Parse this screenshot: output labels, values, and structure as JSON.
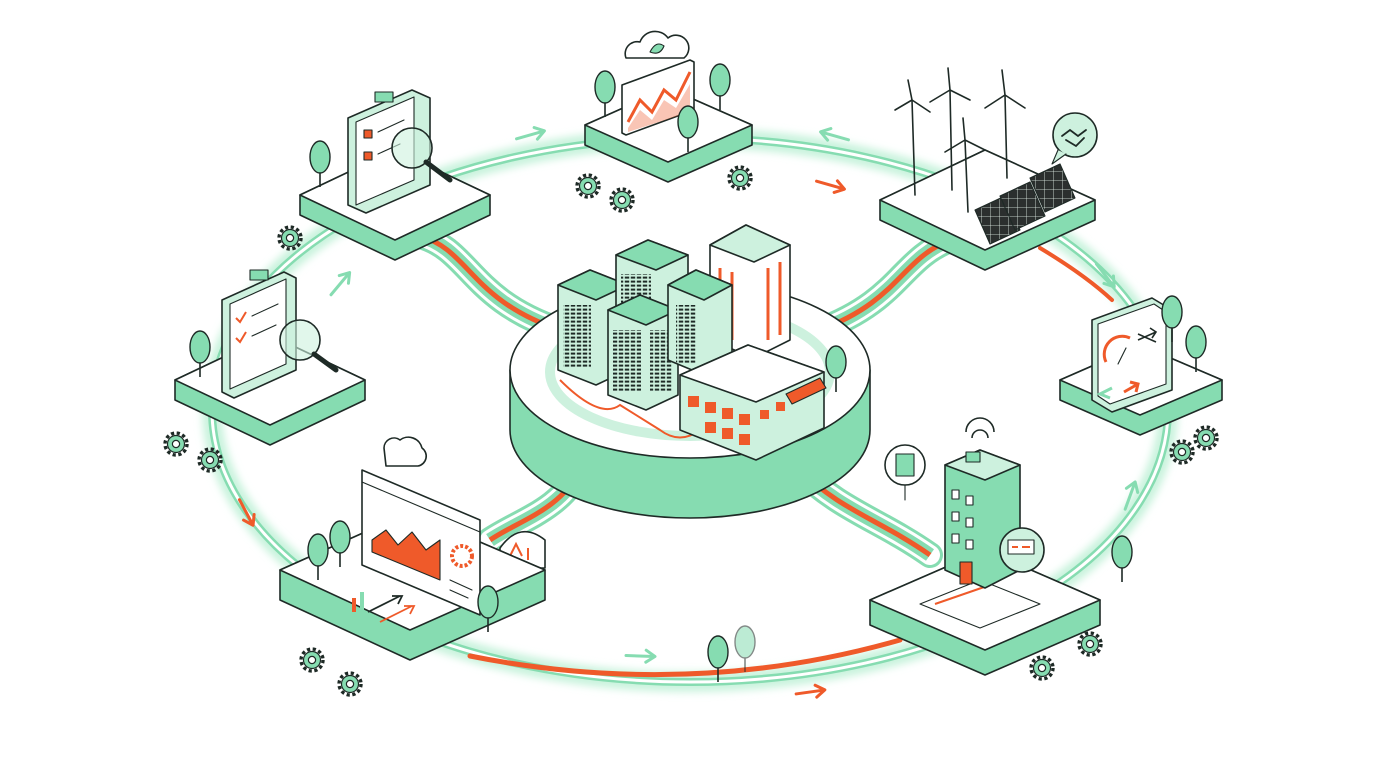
{
  "colors": {
    "mint": "#86dcb1",
    "mint_light": "#cdf1de",
    "mint_glow": "#c9f3dd",
    "orange": "#ef5a2a",
    "outline": "#1e2a26",
    "solar": "#2b2f2e"
  },
  "hub": {
    "name": "central-city-hub",
    "buildings": [
      "tall-building",
      "office-tower",
      "factory-building"
    ]
  },
  "stations": [
    {
      "id": "top-left",
      "name": "audit-clipboard-station",
      "icon": "clipboard-magnifier-icon"
    },
    {
      "id": "left",
      "name": "checklist-review-station",
      "icon": "checklist-magnifier-icon"
    },
    {
      "id": "top",
      "name": "cloud-analytics-station",
      "icon": "cloud-chart-icon"
    },
    {
      "id": "top-right",
      "name": "renewable-energy-station",
      "icon": "wind-solar-icon"
    },
    {
      "id": "right",
      "name": "energy-dashboard-station",
      "icon": "gauge-exchange-icon"
    },
    {
      "id": "bottom-right",
      "name": "smart-building-station",
      "icon": "smart-meter-building-icon"
    },
    {
      "id": "bottom-left",
      "name": "analytics-dashboard-station",
      "icon": "chart-gear-icon"
    }
  ],
  "flow": {
    "direction": "clockwise",
    "arrow_colors": [
      "mint",
      "orange"
    ]
  }
}
